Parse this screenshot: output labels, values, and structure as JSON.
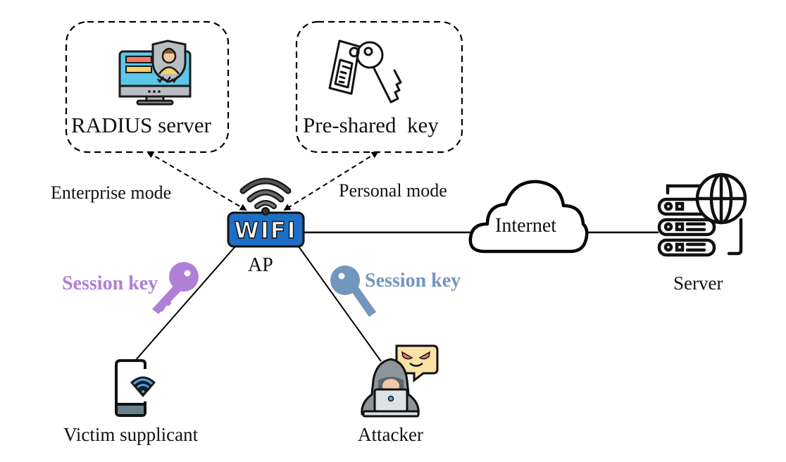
{
  "diagram": {
    "boxes": {
      "radius": {
        "label": "RADIUS server",
        "icon": "radius-server-icon"
      },
      "psk": {
        "label": "Pre-shared  key",
        "icon": "key-fob-icon"
      }
    },
    "modes": {
      "enterprise": "Enterprise mode",
      "personal": "Personal mode"
    },
    "ap": {
      "badge_text": "WIFI",
      "label": "AP"
    },
    "internet": {
      "label": "Internet"
    },
    "server": {
      "label": "Server"
    },
    "victim": {
      "label": "Victim supplicant"
    },
    "attacker": {
      "label": "Attacker"
    },
    "session_keys": {
      "victim": {
        "label": "Session key",
        "color": "#b07fd6"
      },
      "attacker": {
        "label": "Session key",
        "color": "#7396bf"
      }
    },
    "colors": {
      "wifi_blue": "#1e6fc4",
      "line": "#000000"
    }
  }
}
